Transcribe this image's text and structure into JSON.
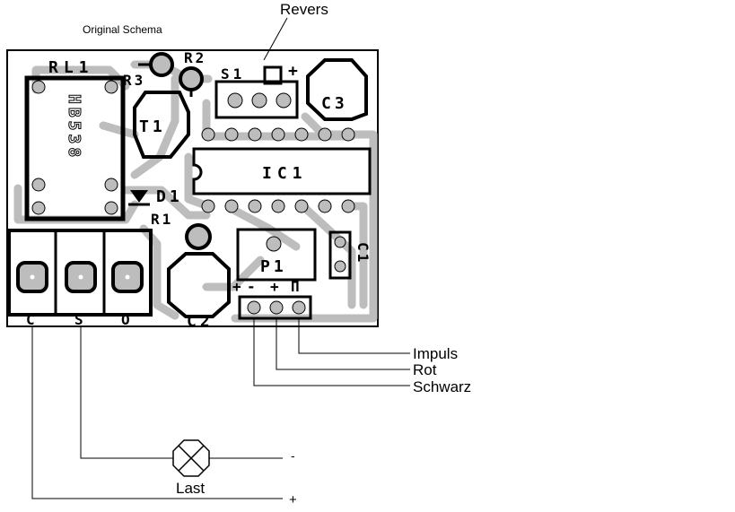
{
  "caption": "Original Schema",
  "callouts": {
    "revers": "Revers",
    "impuls": "Impuls",
    "rot": "Rot",
    "schwarz": "Schwarz",
    "last": "Last",
    "minus": "-",
    "plus": "+"
  },
  "components": {
    "rl1": "RL1",
    "relay_text": "HB538",
    "r2": "R2",
    "r3": "R3",
    "s1": "S1",
    "s1_plus": "+",
    "c3": "C3",
    "t1": "T1",
    "ic1": "IC1",
    "d1": "D1",
    "r1": "R1",
    "p1": "P1",
    "c1": "C1",
    "c2": "C2"
  },
  "terminals": {
    "c": "C",
    "s": "S",
    "o": "O"
  },
  "connector": {
    "plus": "+",
    "minus": "-",
    "plus2": "+",
    "pulse": "Π"
  },
  "colors": {
    "ink": "#000000",
    "trace": "#bdbdbd",
    "paper": "#ffffff"
  }
}
